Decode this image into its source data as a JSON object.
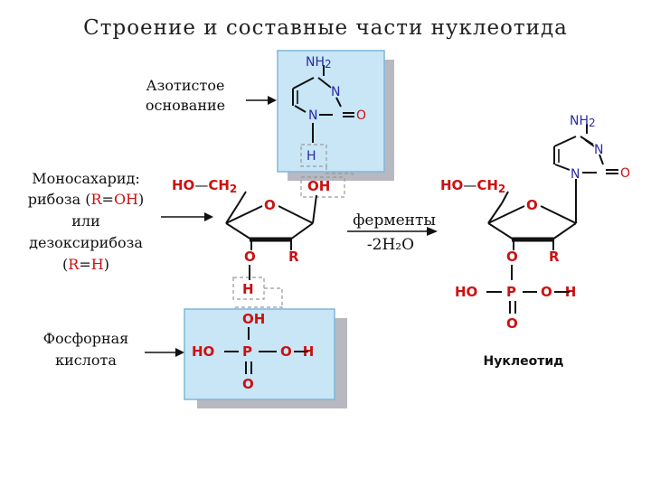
{
  "title": "Строение и составные части нуклеотида",
  "labels": {
    "base": [
      "Азотистое",
      "основание"
    ],
    "sugar": [
      "Моносахарид:",
      "рибоза (",
      "R",
      "=",
      "OH",
      ")",
      "или",
      "дезоксирибоза",
      "(",
      "R",
      "=",
      "H",
      ")"
    ],
    "acid": [
      "Фосфорная",
      "кислота"
    ],
    "enzymes": "ферменты",
    "water": "-2H₂O",
    "product": "Нуклеотид"
  },
  "atoms": {
    "NH": "NH",
    "sub2": "2",
    "N": "N",
    "O": "O",
    "H": "H",
    "R": "R",
    "P": "P",
    "HO": "HO",
    "OH": "OH",
    "CH": "CH"
  },
  "colors": {
    "blue": "#2a2aa8",
    "red": "#cc1111",
    "box_fill": "#c8e6f6",
    "box_border": "#7fb6d8",
    "shadow": "#b8b8c0",
    "dashed": "#999999",
    "text": "#111111"
  }
}
